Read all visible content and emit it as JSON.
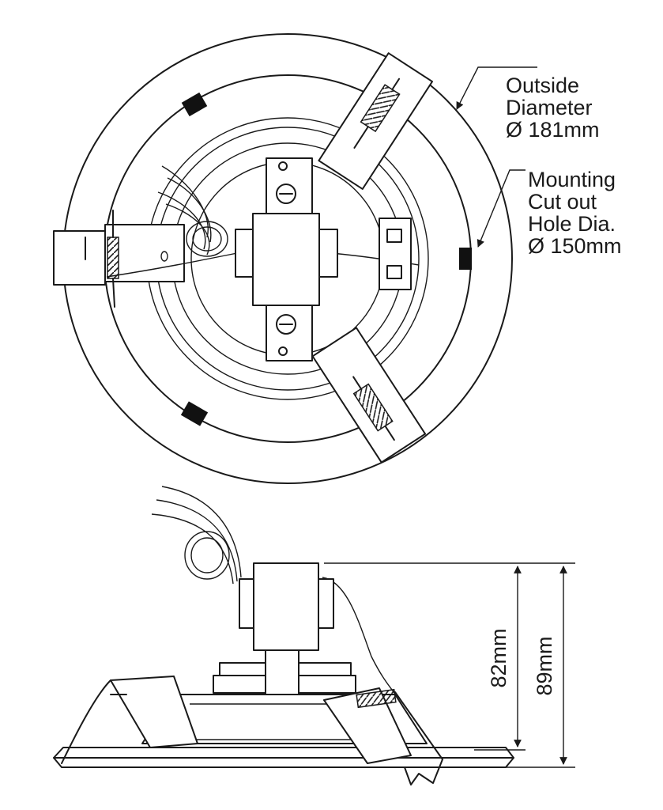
{
  "top_view": {
    "outside_label": [
      "Outside",
      "Diameter",
      "Ø 181mm"
    ],
    "cutout_label": [
      "Mounting",
      "Cut out",
      "Hole Dia.",
      "Ø 150mm"
    ]
  },
  "side_view": {
    "dim_inner": "82mm",
    "dim_outer": "89mm"
  }
}
